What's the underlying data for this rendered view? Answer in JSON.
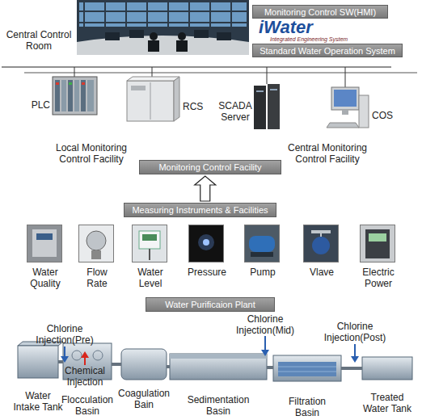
{
  "diagram": {
    "nodes": [
      {
        "text": [
          "Monitoring Control SW(HMI)"
        ]
      },
      {
        "text": [
          "Standard Water Operation System"
        ]
      },
      {
        "text": [
          "PLC"
        ]
      },
      {
        "text": [
          "RCS"
        ]
      },
      {
        "text": [
          "SCADA Server"
        ]
      },
      {
        "text": [
          "COS"
        ]
      },
      {
        "text": [
          "Monitoring Control Facility"
        ]
      },
      {
        "text": [
          "Measuring Instruments & Facilities"
        ]
      },
      {
        "text": [
          "Water Quality"
        ]
      },
      {
        "text": [
          "Flow Rate"
        ]
      },
      {
        "text": [
          "Water Level"
        ]
      },
      {
        "text": [
          "Pressure"
        ]
      },
      {
        "text": [
          "Pump"
        ]
      },
      {
        "text": [
          "Vlave"
        ]
      },
      {
        "text": [
          "Electric Power"
        ]
      },
      {
        "text": [
          "Water Purificaion Plant"
        ]
      },
      {
        "text": [
          "Water Intake Tank"
        ]
      },
      {
        "text": [
          "Flocculation Basin"
        ]
      },
      {
        "text": [
          "Coagulation Bain"
        ]
      },
      {
        "text": [
          "Sedimentation Basin"
        ]
      },
      {
        "text": [
          "Filtration Basin"
        ]
      },
      {
        "text": [
          "Treated Water Tank"
        ]
      }
    ],
    "edges": [
      {
        "from": 7,
        "to": 6,
        "arrow": "to"
      },
      {
        "from": 16,
        "to": 17,
        "arrow": "none"
      },
      {
        "from": 17,
        "to": 18,
        "arrow": "none"
      },
      {
        "from": 18,
        "to": 19,
        "arrow": "none"
      },
      {
        "from": 19,
        "to": 20,
        "arrow": "none"
      },
      {
        "from": 20,
        "to": 21,
        "arrow": "none"
      }
    ],
    "labels": [
      "Central Control Room",
      "iWater",
      "Integrated Engineering System",
      "Local Monitoring Control Facility",
      "Central Monitoring Control Facility",
      "Chlorine Injection(Pre)",
      "Chemical Injection",
      "Chlorine Injection(Mid)",
      "Chlorine Injection(Post)"
    ]
  }
}
